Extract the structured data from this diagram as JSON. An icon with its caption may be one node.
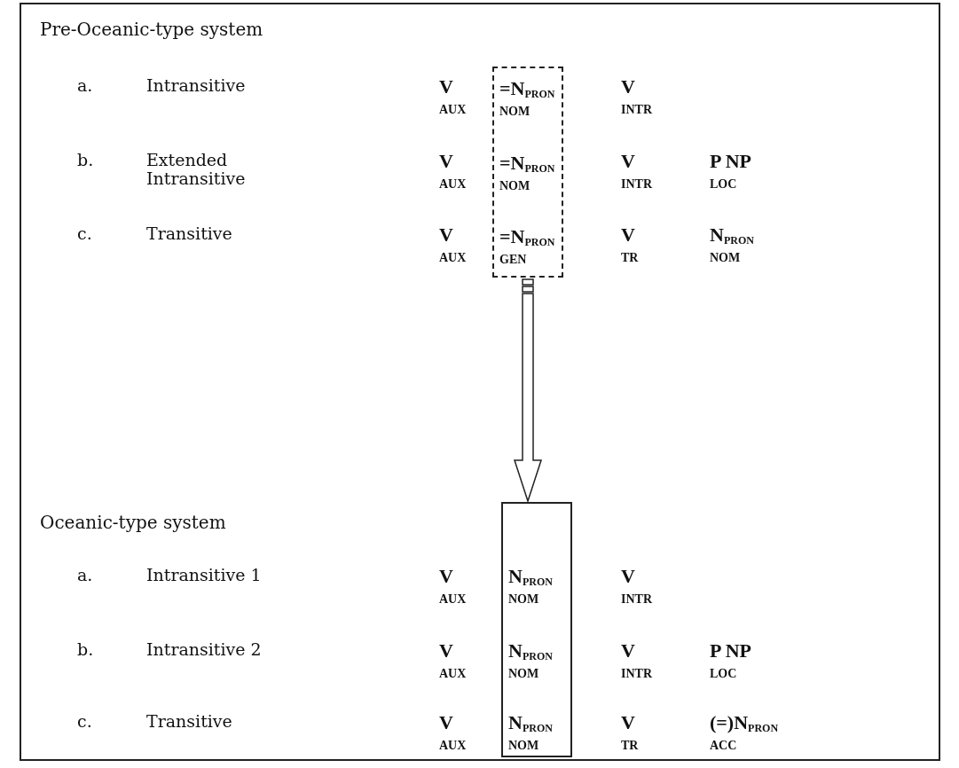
{
  "diagram": {
    "nodes": [
      {
        "text": [
          "=N$_{PRON}$",
          "NOM",
          "=N$_{PRON}$",
          "NOM",
          "=N$_{PRON}$",
          "GEN"
        ]
      },
      {
        "text": [
          "N$_{PRON}$",
          "NOM",
          "N$_{PRON}$",
          "NOM",
          "N$_{PRON}$",
          "NOM"
        ]
      }
    ],
    "edges": [
      {
        "from": 0,
        "to": 1,
        "arrow": "to"
      }
    ],
    "labels": [
      "Pre-Oceanic-type system",
      "a.",
      "Intransitive",
      "V",
      "AUX",
      "V",
      "INTR",
      "b.",
      "Extended Intransitive",
      "V",
      "AUX",
      "V",
      "INTR",
      "P NP",
      "LOC",
      "c.",
      "Transitive",
      "V",
      "AUX",
      "V",
      "TR",
      "N$_{PRON}$",
      "NOM",
      "Oceanic-type system",
      "a.",
      "Intransitive 1",
      "V",
      "AUX",
      "V",
      "INTR",
      "b.",
      "Intransitive 2",
      "V",
      "AUX",
      "V",
      "INTR",
      "P NP",
      "LOC",
      "c.",
      "Transitive",
      "V",
      "AUX",
      "V",
      "TR",
      "(=)N$_{PRON}$",
      "ACC"
    ]
  }
}
